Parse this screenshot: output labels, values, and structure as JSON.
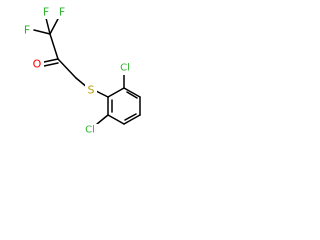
{
  "molecule": {
    "atoms": {
      "f_top": {
        "symbol": "F",
        "color": "#2db32d"
      },
      "f_left": {
        "symbol": "F",
        "color": "#2db32d"
      },
      "f_bottom": {
        "symbol": "F",
        "color": "#2db32d"
      },
      "o": {
        "symbol": "O",
        "color": "#ff0000"
      },
      "s": {
        "symbol": "S",
        "color": "#b8a000"
      },
      "cl_top": {
        "symbol": "Cl",
        "color": "#2db32d"
      },
      "cl_bottom": {
        "symbol": "Cl",
        "color": "#2db32d"
      }
    },
    "bond_color": "#000000"
  }
}
